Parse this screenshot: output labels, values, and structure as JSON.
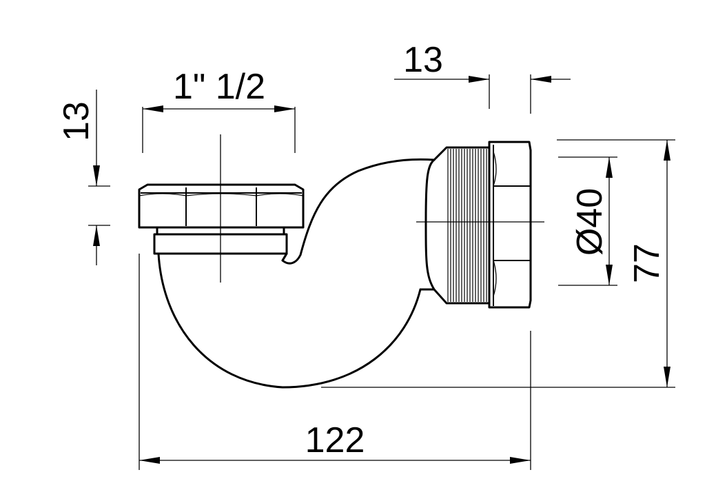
{
  "dimensions": {
    "top_left_height": "13",
    "nut_thread": "1\" 1/2",
    "top_right_length": "13",
    "outlet_diameter": "Ø40",
    "overall_height": "77",
    "overall_width": "122"
  }
}
